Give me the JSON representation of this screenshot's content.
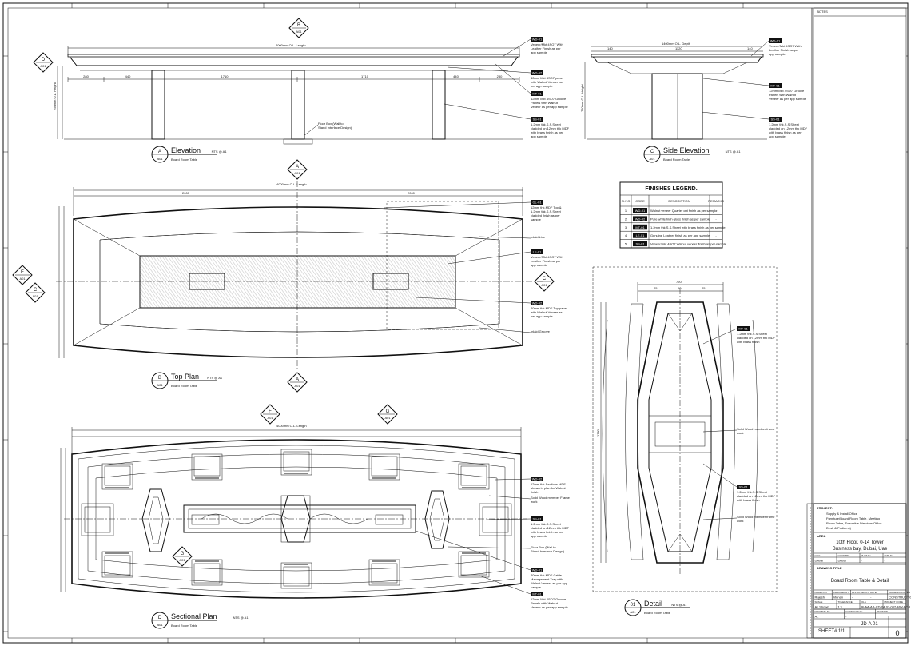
{
  "notes_label": "NOTES",
  "views": {
    "elevation": {
      "letter": "A",
      "sheet": "A01",
      "title": "Elevation",
      "scale": "NTS @ A1",
      "subtitle": "Board Room Table"
    },
    "side_elevation": {
      "letter": "C",
      "sheet": "A01",
      "title": "Side Elevation",
      "scale": "NTS @ A1",
      "subtitle": "Board Room Table"
    },
    "top_plan": {
      "letter": "B",
      "sheet": "A01",
      "title": "Top Plan",
      "scale": "NTS @ A1",
      "subtitle": "Board Room Table"
    },
    "sectional_plan": {
      "letter": "D",
      "sheet": "A01",
      "title": "Sectional Plan",
      "scale": "NTS @ A1",
      "subtitle": "Board Room Table"
    },
    "detail": {
      "letter": "01",
      "sheet": "A01",
      "title": "Detail",
      "scale": "NTS @ A1",
      "subtitle": "Board Room Table"
    }
  },
  "section_markers": {
    "b_top": {
      "letter": "B",
      "sheet": "A01"
    },
    "d_left": {
      "letter": "D",
      "sheet": "A01"
    },
    "a_top": {
      "letter": "A",
      "sheet": "A01"
    },
    "a_bottom": {
      "letter": "A",
      "sheet": "A01"
    },
    "e_left": {
      "letter": "E",
      "sheet": "A01"
    },
    "c_left": {
      "letter": "C",
      "sheet": "A01"
    },
    "c_right": {
      "letter": "C",
      "sheet": "A01"
    },
    "f_top": {
      "letter": "F",
      "sheet": "A01"
    },
    "g_top": {
      "letter": "G",
      "sheet": "A01"
    },
    "g_small": {
      "letter": "G",
      "sheet": "A01"
    }
  },
  "dims": {
    "elev_overall": "4000mm O.L. Length",
    "elev_segments": [
      "280",
      "440",
      "1710",
      "1710",
      "440",
      "280"
    ],
    "side_overall": "1400mm O.L. Depth",
    "side_segments": [
      "140",
      "1120",
      "140"
    ],
    "top_overall": "4000mm O.L. Length",
    "top_halves": [
      "2000",
      "2000"
    ],
    "sec_overall": "4000mm O.L. Length",
    "detail_top": "720",
    "detail_parts": [
      "25",
      "60",
      "25"
    ],
    "detail_height": "1780",
    "height": "750mm O.L. Height"
  },
  "codes": {
    "wd": "WD-01",
    "wd2": "WD-02",
    "mt": "MT-01",
    "gl": "GL-01",
    "le": "LE-01",
    "ss": "SS-01"
  },
  "callouts": {
    "elev_1": "Veneer/Mkt 4SO7 With Leather Finish as per app sample",
    "elev_2": "40mm Mkt 4SO7 panel with Walnut Veneer as per app sample",
    "elev_3": "12mm Mkt 4SO7 Groove Panels with Walnut Veneer as per app sample",
    "elev_4": "1.2mm thk.S.S.Sheet cladded on 12mm thk MDF with brass finish as per app sample",
    "elev_leg": "Floor Box (Wall to Stand Interface Design)",
    "side_1": "Veneer/Mkt 4SO7 With Leather Finish as per app sample",
    "side_2": "12mm Mkt 4SO7 Groove Panels with Walnut Veneer as per app sample",
    "side_3": "1.2mm thk.S.S.Sheet cladded on 12mm thk MDF with brass finish as per app sample",
    "top_1": "12mm thk.MDF Top & 1.2mm thk.S.S.Sheet cladded finish as per sample",
    "top_2": "Veneer/Mkt 4SO7 With Leather Finish as per app sample",
    "top_3": "40mm thk.MDF Top panel with Walnut Veneer as per app sample",
    "top_inlaid": "Inlaid Line",
    "top_groove": "Inlaid Groove",
    "sec_1": "12mm thk.Sections MDF shown in plan for Walnut finish",
    "sec_2": "Solid Wood member Frame work",
    "sec_3": "1.2mm thk.S.S.Sheet cladded on 12mm thk MDF with brass finish as per app sample",
    "sec_4": "Floor Box (Wall to Stand Interface Design)",
    "sec_5": "40mm thk MDF Cable Management Tray with Walnut Veneer as per app sample",
    "sec_6": "12mm Mkt 4SO7 Groove Panels with Walnut Veneer as per app sample",
    "det_1": "1.2mm thk.S.S.Sheet cladded on 12mm thk MDF with brass finish",
    "det_2": "Solid Wood member frame work",
    "det_3": "1.2mm thk.S.S.Sheet cladded on 12mm thk MDF with brass finish",
    "det_4": "Solid Wood member frame work"
  },
  "legend": {
    "title": "FINISHES LEGEND.",
    "headers": [
      "Sl.NO",
      "CODE",
      "DESCRIPTION",
      "REMARKS"
    ],
    "rows": [
      {
        "no": "1",
        "code": "WD-01",
        "desc": "Walnut veneer Quarter cut finish as per sample",
        "rem": "-"
      },
      {
        "no": "2",
        "code": "WD-02",
        "desc": "Pure white high gloss finish as per sample",
        "rem": "-"
      },
      {
        "no": "3",
        "code": "MT-01",
        "desc": "1.2mm thk.S.S.Sheet with brass finish as per sample",
        "rem": "-"
      },
      {
        "no": "4",
        "code": "LE-01",
        "desc": "Genuine Leather finish as per app sample",
        "rem": "-"
      },
      {
        "no": "5",
        "code": "SS-01",
        "desc": "Veneer/mkt 4SO7 Walnut veneer finish as per sample",
        "rem": "-"
      }
    ]
  },
  "title_block": {
    "project_label": "PROJECT:",
    "project": "Supply & Install Office Furniture(Board Room Table, Meeting Room Table, Executive Directors Office Desk & Podiums)",
    "area_label": "AREA",
    "location_1": "10th Floor, 0-14 Tower",
    "location_2": "Business bay, Dubai, Uae",
    "cols_1": [
      "CITY",
      "COUNTRY",
      "PLOT No.",
      "SITE No."
    ],
    "vals_1": [
      "Dubai",
      "Dubai",
      "-",
      "-"
    ],
    "drawing_title_label": "DRAWING TITLE",
    "drawing_title": "Board Room Table & Detail",
    "cols_2": [
      "DRAWN BY",
      "CHECKED BY",
      "APPROVED BY",
      "DATE",
      "DRAWING STATUS"
    ],
    "vals_2": [
      "Rajesh",
      "Vinnan",
      "-",
      "-",
      "CONSTRUCTION"
    ],
    "cols_3": [
      "SCALE",
      "TOLERANCE",
      "FILE",
      "PROJECT CODE"
    ],
    "vals_3": [
      "As Shown",
      "1:1",
      "Bi-AA-AB-CD-04",
      "103-002-MW-BO-L"
    ],
    "cols_4": [
      "DRAWING No.",
      "CONTRACT No.",
      "REVISION"
    ],
    "vals_4": [
      "A1",
      "-",
      "-"
    ],
    "sheet": "SHEET# 1/1",
    "number": "JD-A 01",
    "rev": "0"
  }
}
